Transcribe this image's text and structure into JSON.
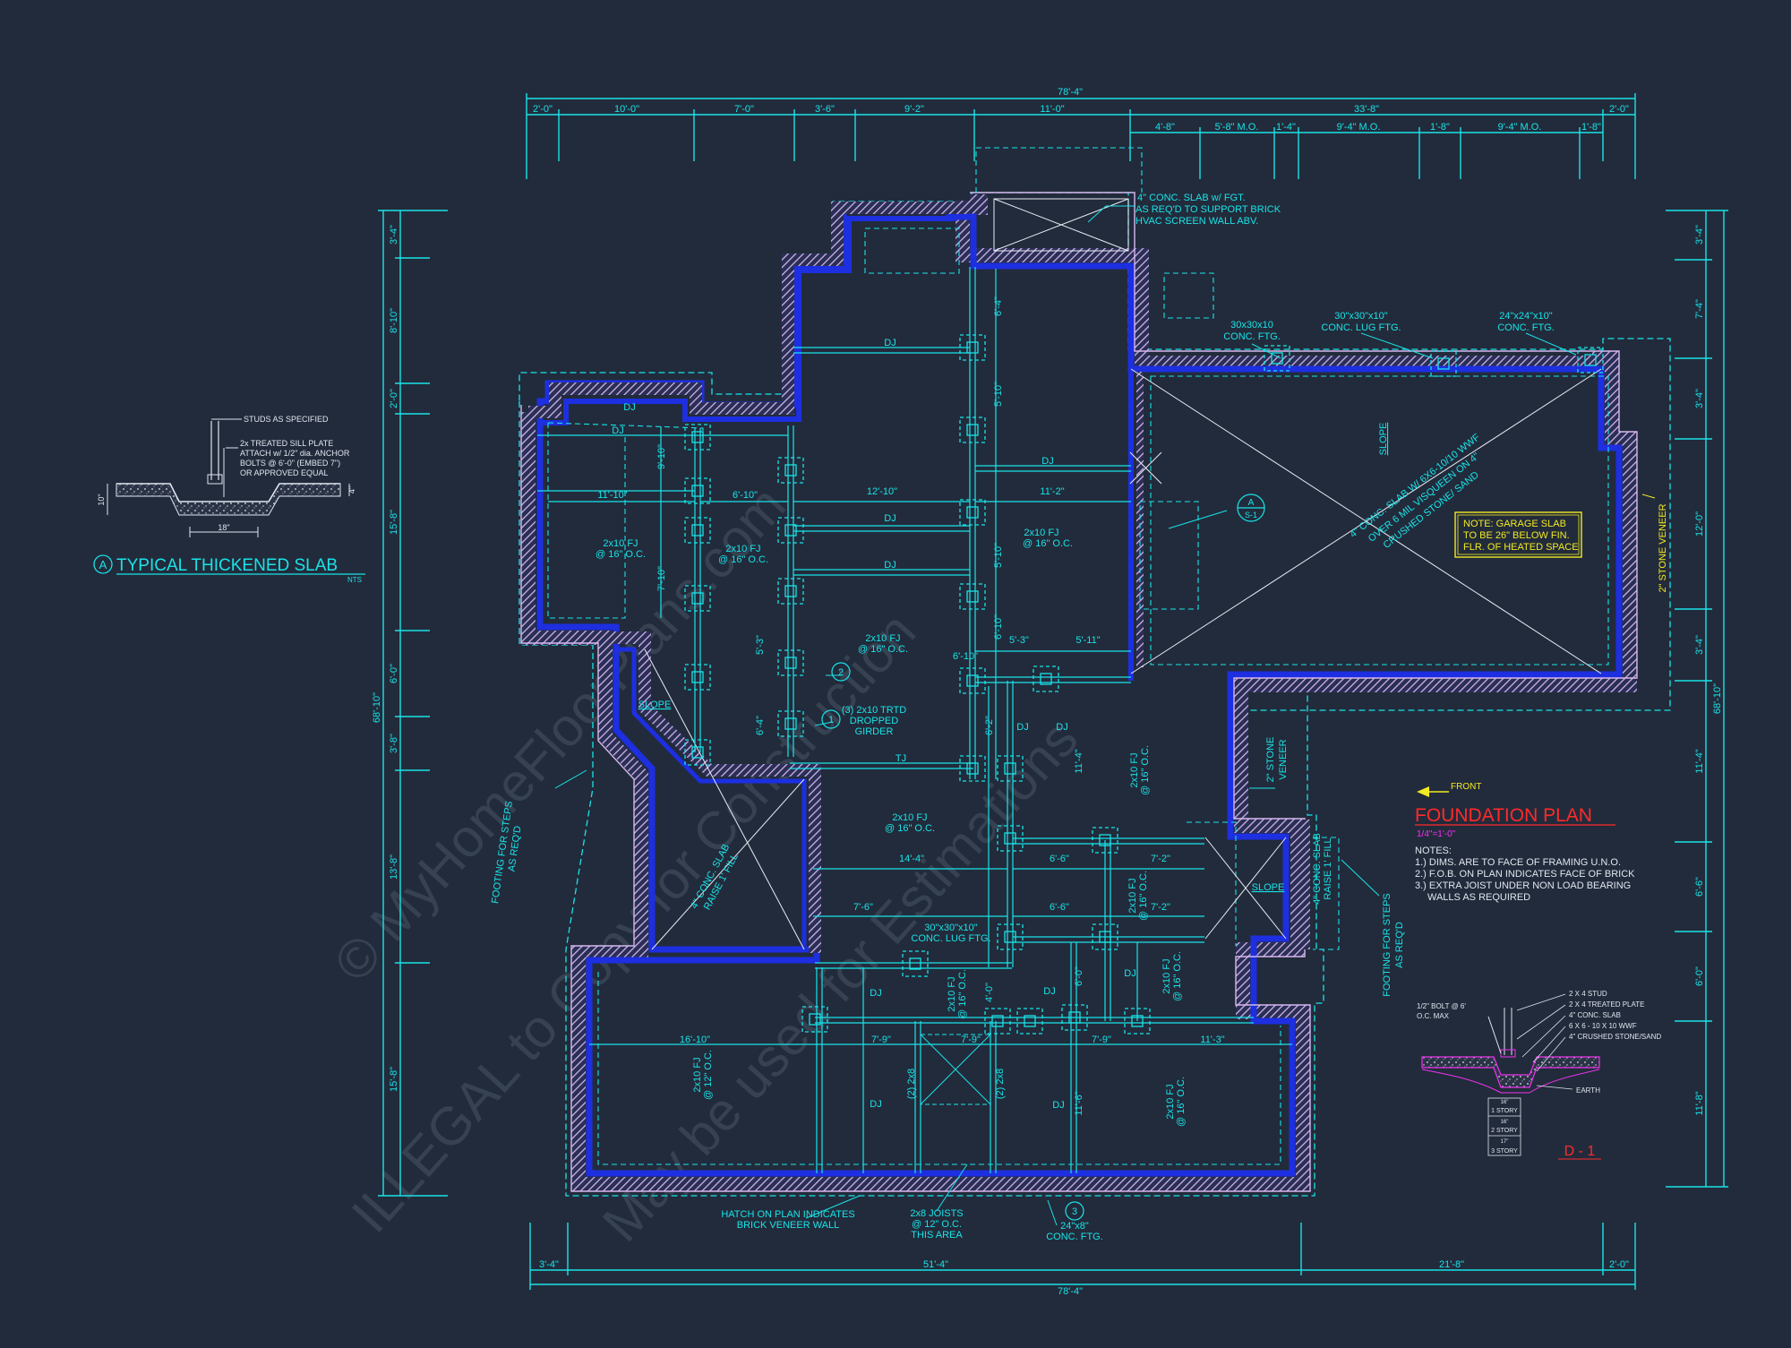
{
  "colors": {
    "background": "#222b3b",
    "line": "#19e3e8",
    "wall": "#1d2fe0",
    "hatch": "#d6b8ee",
    "note_box": "#f2ea22",
    "red_title": "#ff2b2b",
    "magenta": "#ee33ee",
    "watermark": "#3a4556"
  },
  "dims": {
    "overall_top": "78'-4\"",
    "overall_bottom": "78'-4\"",
    "overall_left": "68'-10\"",
    "overall_right": "68'-10\"",
    "top_row1": [
      "2'-0\"",
      "10'-0\"",
      "7'-0\"",
      "3'-6\"",
      "9'-2\"",
      "11'-0\"",
      "33'-8\"",
      "2'-0\""
    ],
    "top_row2": [
      "4'-8\"",
      "5'-8\" M.O.",
      "1'-4\"",
      "9'-4\" M.O.",
      "1'-8\"",
      "9'-4\" M.O.",
      "1'-8\""
    ],
    "bottom": [
      "3'-4\"",
      "51'-4\"",
      "21'-8\"",
      "2'-0\""
    ],
    "left": [
      "3'-4\"",
      "8'-10\"",
      "2'-0\"",
      "15'-8\"",
      "6'-0\"",
      "3'-8\"",
      "13'-8\"",
      "15'-8\""
    ],
    "right": [
      "3'-4\"",
      "7'-4\"",
      "3'-4\"",
      "12'-0\"",
      "3'-4\"",
      "11'-4\"",
      "6'-6\"",
      "6'-0\"",
      "11'-8\""
    ],
    "interior": [
      "11'-10\"",
      "6'-10\"",
      "12'-10\"",
      "11'-2\"",
      "6'-10\"",
      "5'-3\"",
      "5'-11\"",
      "14'-4\"",
      "6'-6\"",
      "7'-2\"",
      "7'-6\"",
      "6'-6\"",
      "7'-2\"",
      "16'-10\"",
      "7'-9\"",
      "7'-9\"",
      "7'-9\"",
      "11'-3\"",
      "6'-4\"",
      "5'-10\"",
      "5'-10\"",
      "6'-10\"",
      "6'-2\"",
      "4'-0\"",
      "5'-3\"",
      "6'-4\"",
      "9'-10\"",
      "7'-10\"",
      "11'-4\"",
      "11'-6\"",
      "6'-0\""
    ]
  },
  "labels": {
    "dj": "DJ",
    "tj": "TJ",
    "fj_a": "2x10 FJ",
    "fj_b": "@ 16\" O.C.",
    "fj_alt": "@ 12\" O.C.",
    "slope": "SLOPE",
    "stone_veneer_a": "2\" STONE",
    "stone_veneer_b": "VENEER",
    "stone_veneer_r": "2\" STONE VENEER",
    "ftg_30": [
      "30x30x10",
      "CONC. FTG."
    ],
    "ftg_lug": [
      "30\"x30\"x10\"",
      "CONC. LUG FTG."
    ],
    "ftg_24": [
      "24\"x24\"x10\"",
      "CONC. FTG."
    ],
    "top_note": [
      "4\" CONC. SLAB w/ FGT.",
      "AS REQ'D TO SUPPORT BRICK",
      "HVAC SCREEN WALL ABV."
    ],
    "garage_slab": [
      "4\" CONC. SLAB W/ 6X6-10/10 WWF",
      "OVER 6 MIL VISQUEEN ON 4\"",
      "CRUSHED STONE/ SAND"
    ],
    "garage_note": [
      "NOTE: GARAGE SLAB",
      "TO BE 26\" BELOW FIN.",
      "FLR. OF HEATED SPACE"
    ],
    "porch_slab": [
      "4\" CONC. SLAB",
      "RAISE 1' FILL"
    ],
    "stoop_slab": [
      "4\" CONC. SLAB",
      "RAISE 1' FILL"
    ],
    "girder": [
      "(3) 2x10 TRTD",
      "DROPPED",
      "GIRDER"
    ],
    "lug_center": [
      "30\"x30\"x10\"",
      "CONC. LUG FTG."
    ],
    "footing_steps": [
      "FOOTING FOR STEPS",
      "AS REQ'D"
    ],
    "hatch_note": [
      "HATCH ON PLAN INDICATES",
      "BRICK VENEER WALL"
    ],
    "joists_note": [
      "2x8 JOISTS",
      "@ 12\" O.C.",
      "THIS AREA"
    ],
    "ftg_24x8": [
      "24\"x8\"",
      "CONC. FTG."
    ],
    "two_2x8": "(2) 2x8",
    "callout_1": "1",
    "callout_2": "2",
    "callout_3": "3",
    "section_ref": [
      "A",
      "S-1"
    ]
  },
  "detail_slab": {
    "title": "TYPICAL THICKENED SLAB",
    "letter": "A",
    "scale": "NTS",
    "notes": [
      "STUDS AS SPECIFIED",
      "2x TREATED SILL PLATE",
      "ATTACH w/ 1/2\" dia. ANCHOR",
      "BOLTS @ 6'-0\" (EMBED 7\")",
      "OR APPROVED EQUAL"
    ],
    "dim_w": "18\"",
    "dim_h": "10\"",
    "dim_4": "4\""
  },
  "plan_title": {
    "title": "FOUNDATION PLAN",
    "scale": "1/4\"=1'-0\"",
    "front": "FRONT"
  },
  "notes": {
    "heading": "NOTES:",
    "items": [
      "1.) DIMS. ARE TO FACE OF FRAMING U.N.O.",
      "2.) F.O.B. ON PLAN INDICATES FACE OF BRICK",
      "3.) EXTRA JOIST UNDER NON LOAD BEARING",
      "WALLS AS REQUIRED"
    ]
  },
  "detail_d": {
    "left": [
      "1/2\" BOLT @ 6'",
      "O.C. MAX"
    ],
    "right": [
      "2 X 4 STUD",
      "2 X 4 TREATED PLATE",
      "4\" CONC. SLAB",
      "6 X 6 - 10 X 10 WWF",
      "4\" CRUSHED STONE/SAND"
    ],
    "earth": "EARTH",
    "stories": [
      "16\"",
      "1 STORY",
      "16\"",
      "2 STORY",
      "17\"",
      "3 STORY"
    ],
    "ref": "D - 1"
  },
  "watermark": [
    "© MyHomeFloorPlans.com",
    "ILLEGAL to Copy for Construction",
    "May be used for Estimations"
  ]
}
